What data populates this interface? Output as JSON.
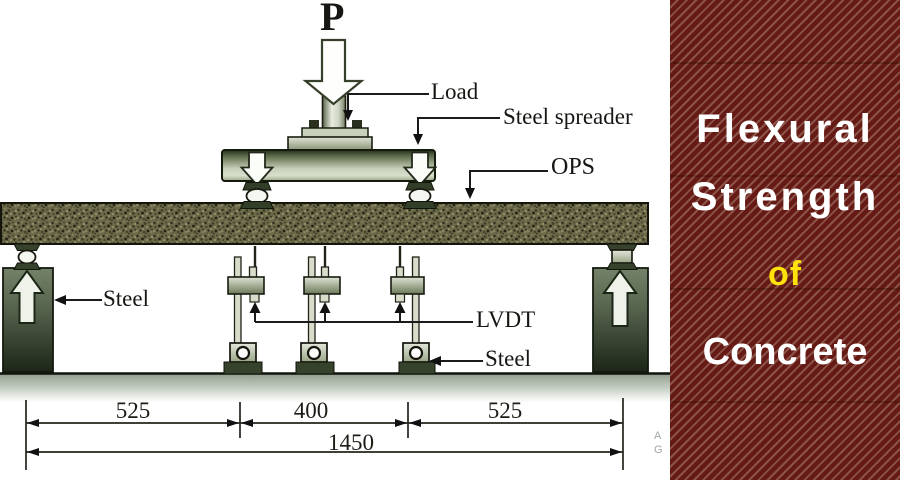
{
  "title_panel": {
    "bg_color": "#661a15",
    "stripe_color": "#8b5348",
    "accent_yellow": "#ffe20a",
    "lines": [
      {
        "text": "Flexural",
        "color": "#ffffff"
      },
      {
        "text": "Strength",
        "color": "#ffffff"
      },
      {
        "text": "of",
        "color": "#ffe20a"
      },
      {
        "text": "Concrete",
        "color": "#ffffff"
      }
    ]
  },
  "diagram": {
    "labels": {
      "applied_load": "P",
      "load": "Load",
      "steel_spreader": "Steel spreader",
      "ops_beam": "OPS",
      "steel_support_left": "Steel",
      "lvdt": "LVDT",
      "steel_support_bottom": "Steel"
    },
    "dimensions": {
      "left_span": "525",
      "middle_span": "400",
      "right_span": "525",
      "total_span": "1450"
    },
    "watermark": {
      "line1": "A",
      "line2": "G"
    }
  }
}
